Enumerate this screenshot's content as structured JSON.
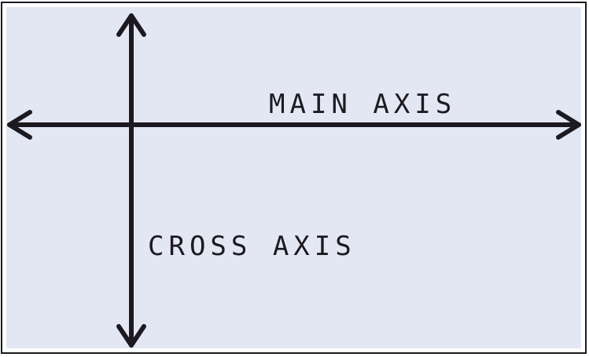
{
  "diagram": {
    "main_axis_label": "MAIN AXIS",
    "cross_axis_label": "CROSS AXIS",
    "colors": {
      "background": "#e3e7f4",
      "stroke": "#1c1a20",
      "frame": "#1c1a20"
    },
    "icons": {
      "main_axis": "double-headed-horizontal-arrow",
      "cross_axis": "double-headed-vertical-arrow"
    }
  }
}
